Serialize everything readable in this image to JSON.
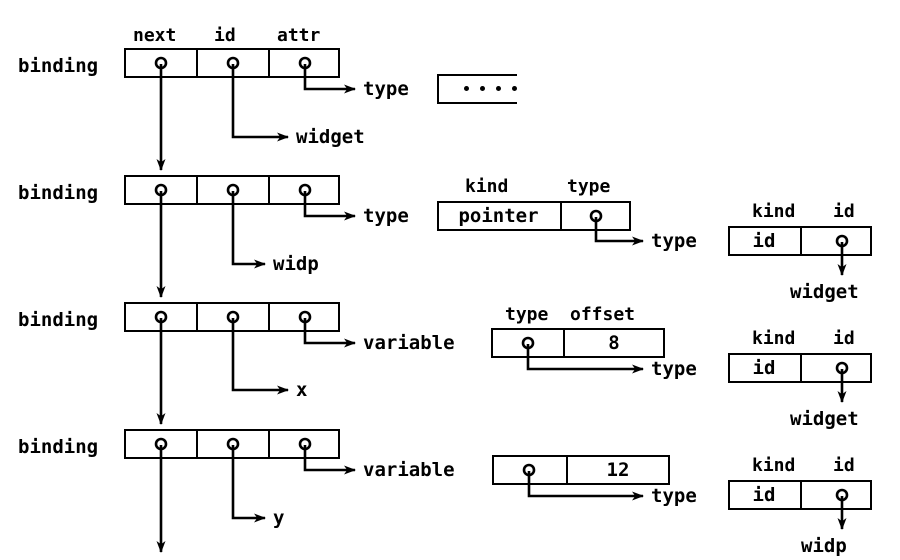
{
  "diagram": {
    "title": "binding list with type and variable records",
    "line_color": "#000000",
    "background": "#ffffff",
    "binding_label": "binding",
    "column_headers": {
      "next": "next",
      "id": "id",
      "attr": "attr"
    },
    "record_headers": {
      "kind": "kind",
      "type": "type",
      "id": "id",
      "offset": "offset"
    },
    "pointer_labels": {
      "type": "type",
      "variable": "variable"
    },
    "rows": [
      {
        "binding_label": "binding",
        "show_headers": true,
        "id_target": "widget",
        "attr_kind": "type",
        "record": {
          "style": "partial",
          "dots": 4
        }
      },
      {
        "binding_label": "binding",
        "show_headers": false,
        "id_target": "widp",
        "attr_kind": "type",
        "record": {
          "style": "pointer",
          "headers": [
            "kind",
            "type"
          ],
          "cells": [
            "pointer",
            "•"
          ],
          "points_to": {
            "label": "type",
            "headers": [
              "kind",
              "id"
            ],
            "cells": [
              "id",
              "•"
            ],
            "target": "widget"
          }
        }
      },
      {
        "binding_label": "binding",
        "show_headers": false,
        "id_target": "x",
        "attr_kind": "variable",
        "record": {
          "style": "variable",
          "headers": [
            "type",
            "offset"
          ],
          "cells": [
            "•",
            "8"
          ],
          "points_to": {
            "label": "type",
            "headers": [
              "kind",
              "id"
            ],
            "cells": [
              "id",
              "•"
            ],
            "target": "widget"
          }
        }
      },
      {
        "binding_label": "binding",
        "show_headers": false,
        "id_target": "y",
        "attr_kind": "variable",
        "record": {
          "style": "variable",
          "headers": [],
          "cells": [
            "•",
            "12"
          ],
          "points_to": {
            "label": "type",
            "headers": [
              "kind",
              "id"
            ],
            "cells": [
              "id",
              "•"
            ],
            "target": "widp"
          }
        }
      }
    ]
  },
  "texts": {
    "binding1": "binding",
    "binding2": "binding",
    "binding3": "binding",
    "binding4": "binding",
    "hdr_next": "next",
    "hdr_id": "id",
    "hdr_attr": "attr",
    "type1": "type",
    "widget1": "widget",
    "type2": "type",
    "widp1": "widp",
    "kind2": "kind",
    "typehdr2": "type",
    "pointerval": "pointer",
    "type2b": "type",
    "kind2b": "kind",
    "id2b": "id",
    "idval2b": "id",
    "widget2b": "widget",
    "variable3": "variable",
    "x3": "x",
    "typehdr3": "type",
    "offsethdr3": "offset",
    "offsetval3": "8",
    "type3b": "type",
    "kind3b": "kind",
    "id3b": "id",
    "idval3b": "id",
    "widget3b": "widget",
    "variable4": "variable",
    "y4": "y",
    "offsetval4": "12",
    "type4b": "type",
    "kind4b": "kind",
    "id4b": "id",
    "idval4b": "id",
    "widp4b": "widp"
  }
}
